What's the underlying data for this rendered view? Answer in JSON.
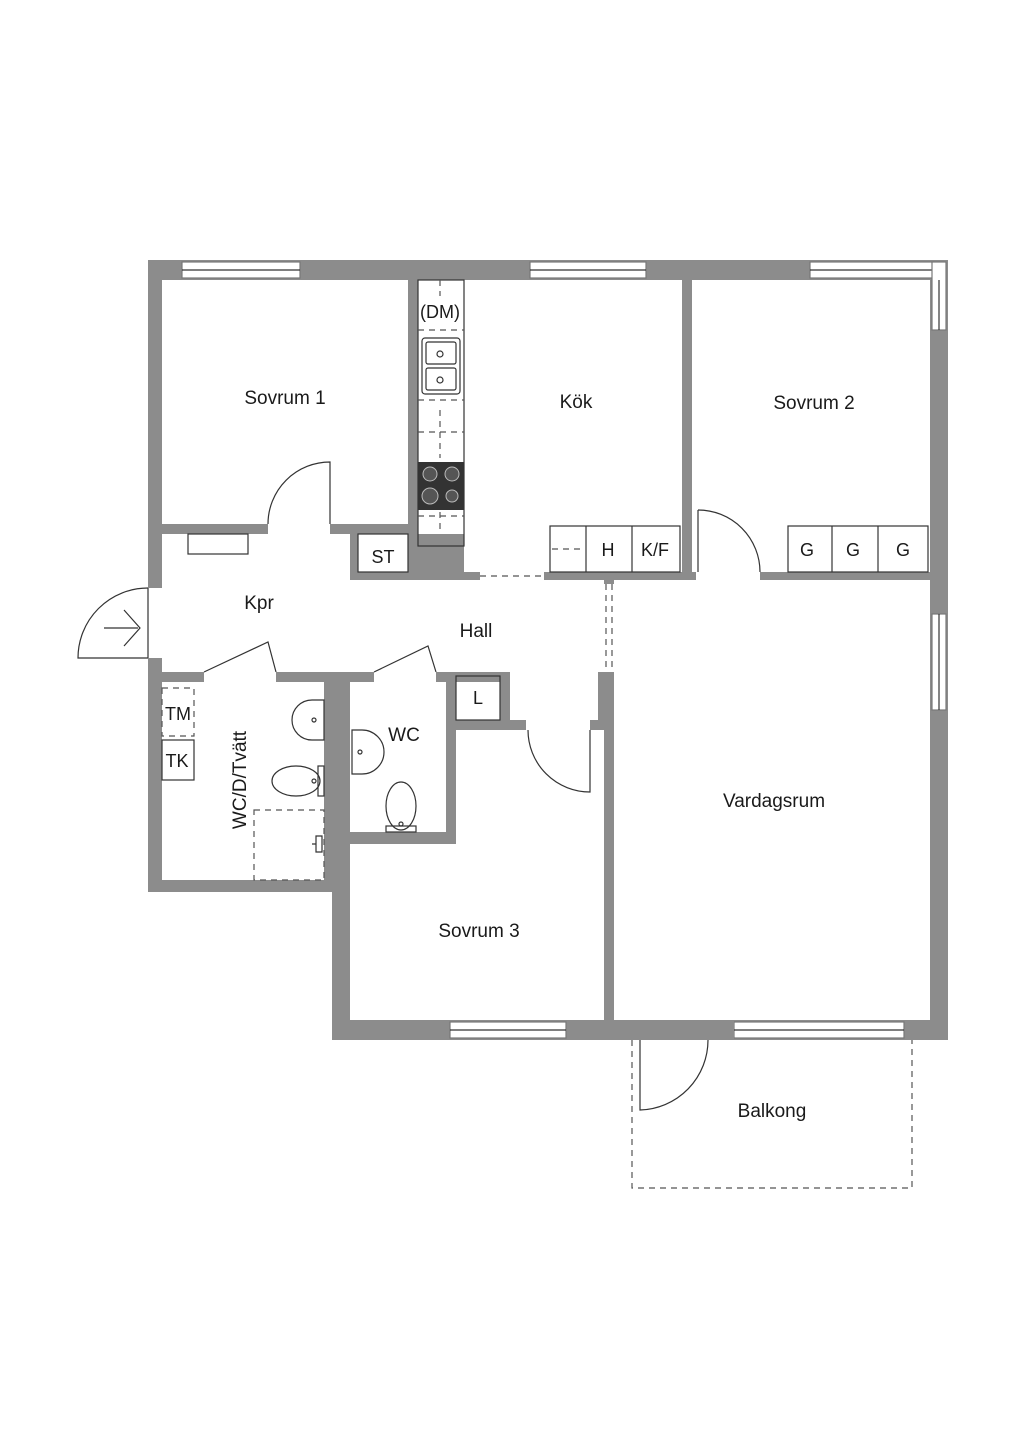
{
  "rooms": {
    "sovrum1": "Sovrum 1",
    "kok": "Kök",
    "sovrum2": "Sovrum 2",
    "kpr": "Kpr",
    "hall": "Hall",
    "wc_d_tvatt": "WC/D/Tvätt",
    "wc": "WC",
    "sovrum3": "Sovrum 3",
    "vardagsrum": "Vardagsrum",
    "balkong": "Balkong"
  },
  "fixtures": {
    "dm": "(DM)",
    "st": "ST",
    "h": "H",
    "kf": "K/F",
    "g1": "G",
    "g2": "G",
    "g3": "G",
    "l": "L",
    "tm": "TM",
    "tk": "TK"
  },
  "colors": {
    "wall": "#8c8c8c",
    "background": "#ffffff",
    "text": "#1a1a1a"
  }
}
